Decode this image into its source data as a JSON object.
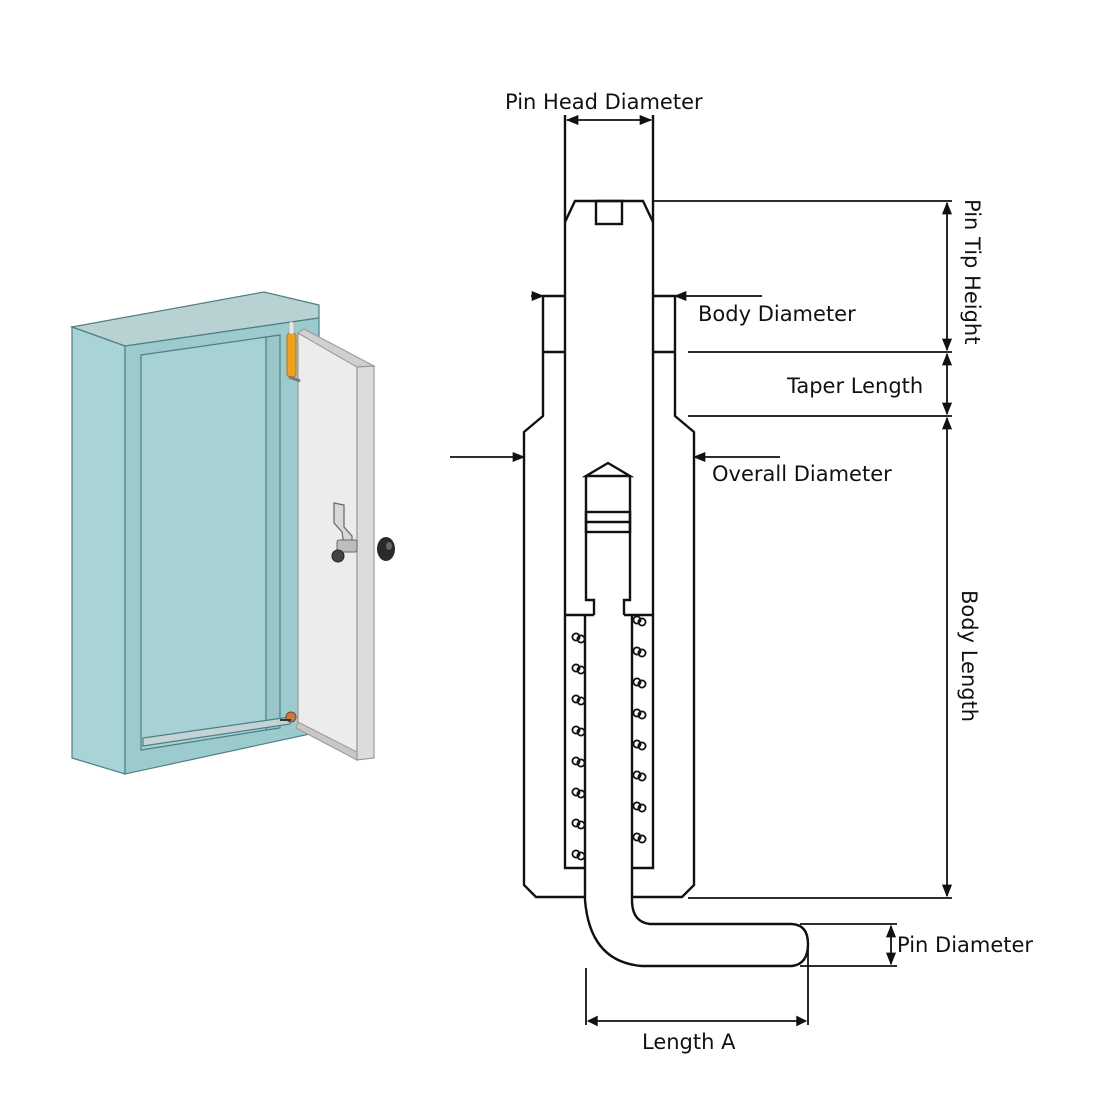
{
  "figure": {
    "title": "Spring-loaded hinge pin dimensions",
    "labels": {
      "pin_head_diameter": "Pin Head Diameter",
      "body_diameter": "Body Diameter",
      "pin_tip_height": "Pin Tip Height",
      "taper_length": "Taper Length",
      "overall_diameter": "Overall Diameter",
      "body_length": "Body Length",
      "pin_diameter": "Pin Diameter",
      "length_a": "Length A"
    },
    "illustration": {
      "subject": "Enclosure cabinet with open door and spring hinge pins",
      "colors": {
        "cabinet": "#a8d3d6",
        "cabinet_dark": "#8fc2c6",
        "cabinet_top": "#b3d0d1",
        "door": "#ececec",
        "door_edge": "#d2d2d2",
        "hinge": "#f0a020",
        "knob": "#2a2a2a"
      }
    },
    "line_color": "#111111"
  }
}
